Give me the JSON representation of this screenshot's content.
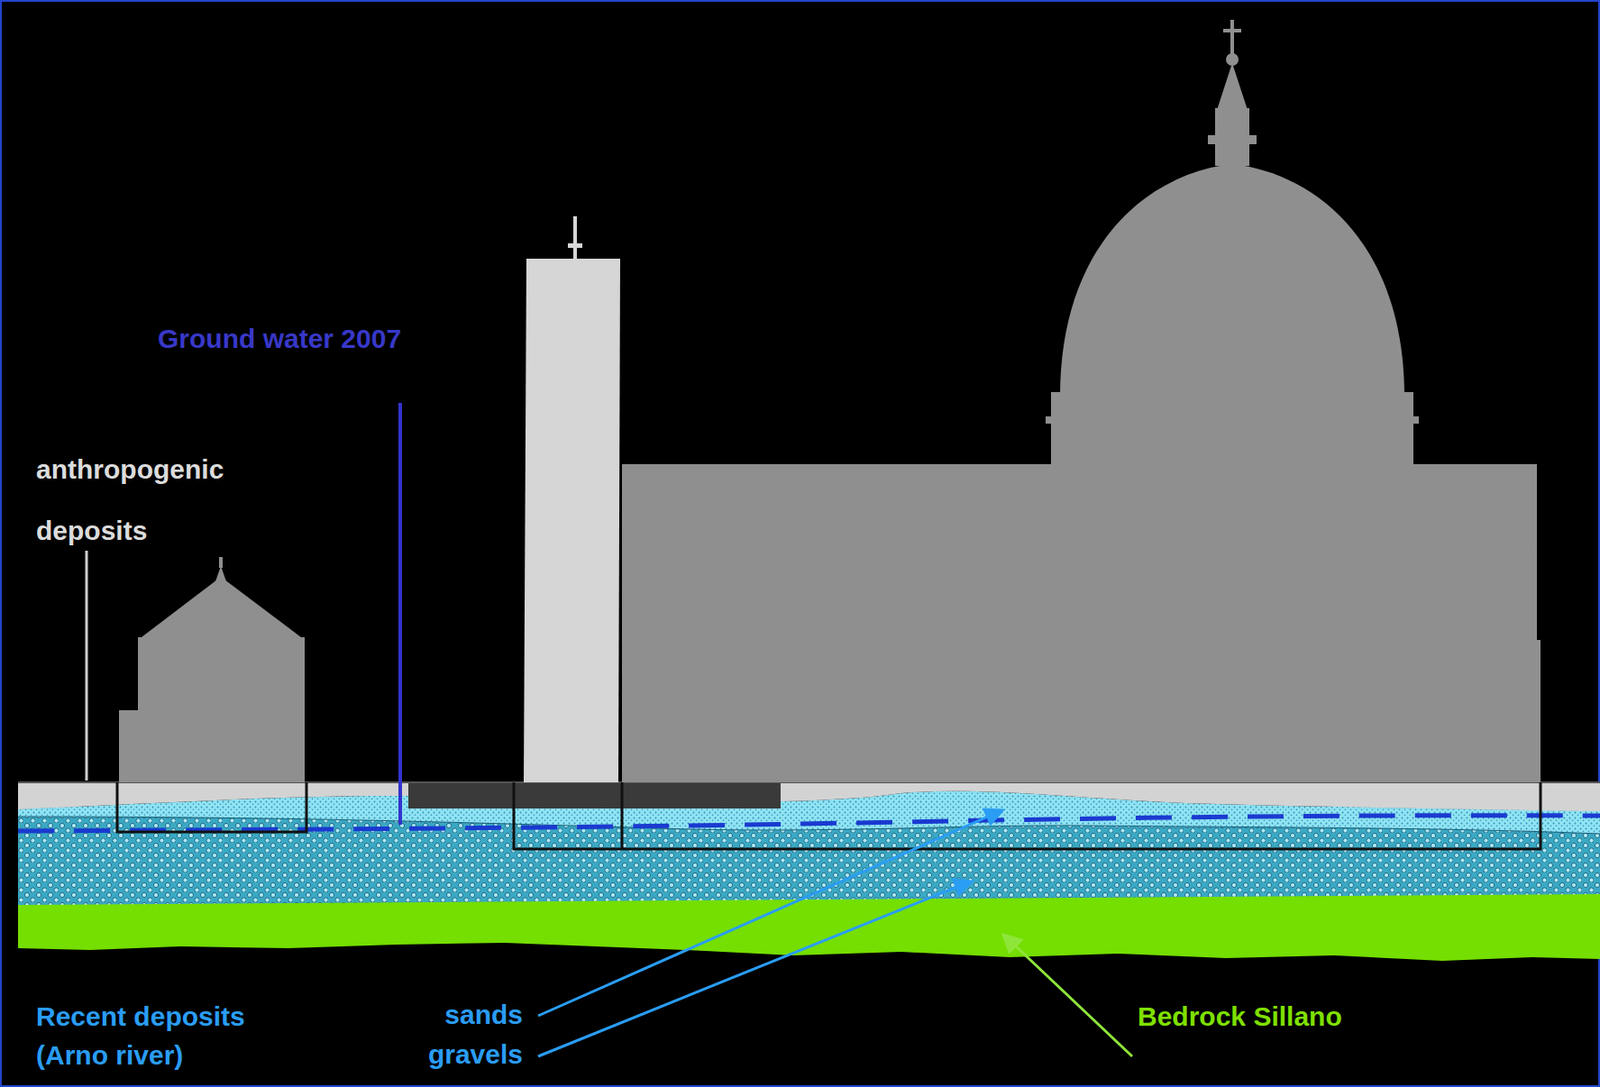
{
  "diagram": {
    "labels": [
      "Ground water 2007",
      "anthropogenic deposits",
      "Recent deposits (Arno river)",
      "sands",
      "gravels",
      "Bedrock Sillano"
    ]
  }
}
